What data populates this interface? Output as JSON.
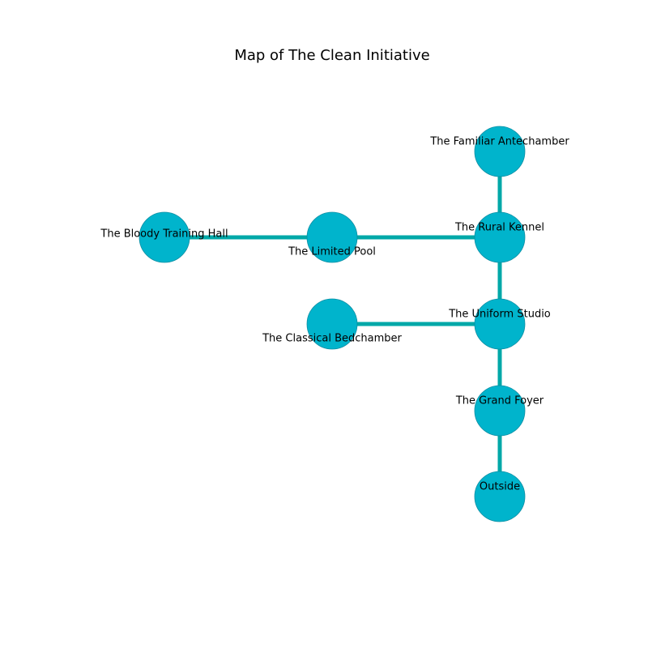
{
  "map": {
    "title": "Map of The Clean Initiative",
    "colors": {
      "corridor": "#00a8a8",
      "room_fill": "#00b4cc",
      "room_stroke": "#0d8ea3",
      "background": "#ffffff",
      "text": "#000000"
    },
    "rooms": [
      {
        "id": "familiar-antechamber",
        "name": "The Familiar Antechamber",
        "col": 2,
        "row": 0
      },
      {
        "id": "bloody-training-hall",
        "name": "The Bloody Training Hall",
        "col": 0,
        "row": 1
      },
      {
        "id": "limited-pool",
        "name": "The Limited Pool",
        "col": 1,
        "row": 1
      },
      {
        "id": "rural-kennel",
        "name": "The Rural Kennel",
        "col": 2,
        "row": 1
      },
      {
        "id": "classical-bedchamber",
        "name": "The Classical Bedchamber",
        "col": 1,
        "row": 2
      },
      {
        "id": "uniform-studio",
        "name": "The Uniform Studio",
        "col": 2,
        "row": 2
      },
      {
        "id": "grand-foyer",
        "name": "The Grand Foyer",
        "col": 2,
        "row": 3
      },
      {
        "id": "outside",
        "name": "Outside",
        "col": 2,
        "row": 4
      }
    ],
    "connections": [
      [
        "familiar-antechamber",
        "rural-kennel"
      ],
      [
        "bloody-training-hall",
        "limited-pool"
      ],
      [
        "limited-pool",
        "rural-kennel"
      ],
      [
        "rural-kennel",
        "uniform-studio"
      ],
      [
        "classical-bedchamber",
        "uniform-studio"
      ],
      [
        "uniform-studio",
        "grand-foyer"
      ],
      [
        "grand-foyer",
        "outside"
      ]
    ]
  }
}
